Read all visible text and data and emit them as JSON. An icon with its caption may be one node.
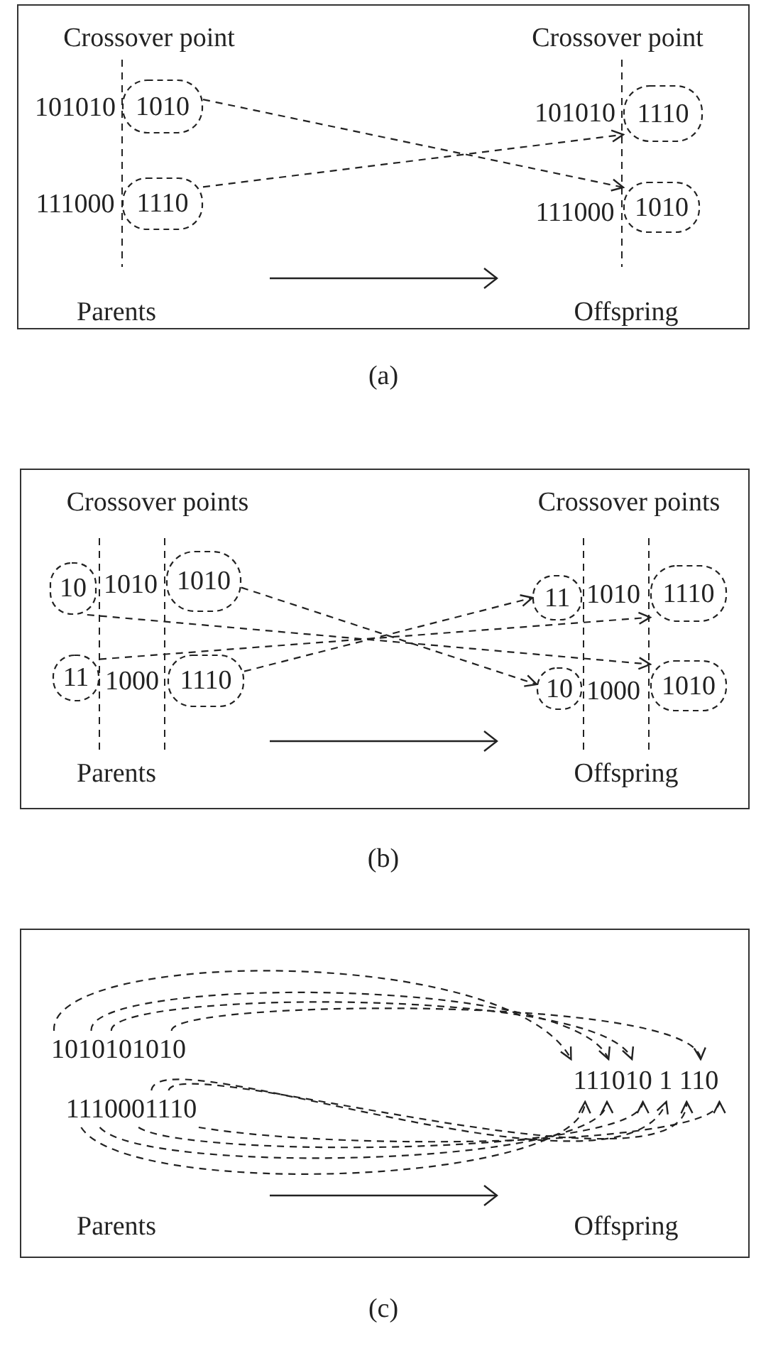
{
  "diagram": {
    "nodes": [
      {
        "text": [
          "1010"
        ]
      },
      {
        "text": [
          "1110"
        ]
      },
      {
        "text": [
          "1110"
        ]
      },
      {
        "text": [
          "1010"
        ]
      },
      {
        "text": [
          "10"
        ]
      },
      {
        "text": [
          "1010"
        ]
      },
      {
        "text": [
          "11"
        ]
      },
      {
        "text": [
          "1110"
        ]
      },
      {
        "text": [
          "11"
        ]
      },
      {
        "text": [
          "1110"
        ]
      },
      {
        "text": [
          "10"
        ]
      },
      {
        "text": [
          "1010"
        ]
      },
      {
        "text": [
          "1010101010"
        ]
      },
      {
        "text": [
          "1110001110"
        ]
      },
      {
        "text": [
          "111010 1 110"
        ]
      }
    ],
    "edges": [
      {
        "from": 0,
        "to": 3,
        "arrow": "to",
        "style": "dashed"
      },
      {
        "from": 1,
        "to": 2,
        "arrow": "to",
        "style": "dashed"
      },
      {
        "from": 5,
        "to": 10,
        "arrow": "to",
        "style": "dashed"
      },
      {
        "from": 4,
        "to": 11,
        "arrow": "to",
        "style": "dashed"
      },
      {
        "from": 6,
        "to": 9,
        "arrow": "to",
        "style": "dashed"
      },
      {
        "from": 7,
        "to": 8,
        "arrow": "to",
        "style": "dashed"
      },
      {
        "from": 12,
        "to": 14,
        "arrow": "to",
        "style": "dashed"
      },
      {
        "from": 12,
        "to": 14,
        "arrow": "to",
        "style": "dashed"
      },
      {
        "from": 12,
        "to": 14,
        "arrow": "to",
        "style": "dashed"
      },
      {
        "from": 12,
        "to": 14,
        "arrow": "to",
        "style": "dashed"
      },
      {
        "from": 13,
        "to": 14,
        "arrow": "to",
        "style": "dashed"
      },
      {
        "from": 13,
        "to": 14,
        "arrow": "to",
        "style": "dashed"
      },
      {
        "from": 13,
        "to": 14,
        "arrow": "to",
        "style": "dashed"
      },
      {
        "from": 13,
        "to": 14,
        "arrow": "to",
        "style": "dashed"
      },
      {
        "from": 13,
        "to": 14,
        "arrow": "to",
        "style": "dashed"
      },
      {
        "from": 13,
        "to": 14,
        "arrow": "to",
        "style": "dashed"
      }
    ],
    "labels": [
      "Crossover point",
      "Crossover point",
      "101010",
      "101010",
      "111000",
      "111000",
      "Parents",
      "Offspring",
      "(a)",
      "Crossover points",
      "Crossover points",
      "1010",
      "1010",
      "1000",
      "1000",
      "Parents",
      "Offspring",
      "(b)",
      "Parents",
      "Offspring",
      "(c)"
    ]
  }
}
